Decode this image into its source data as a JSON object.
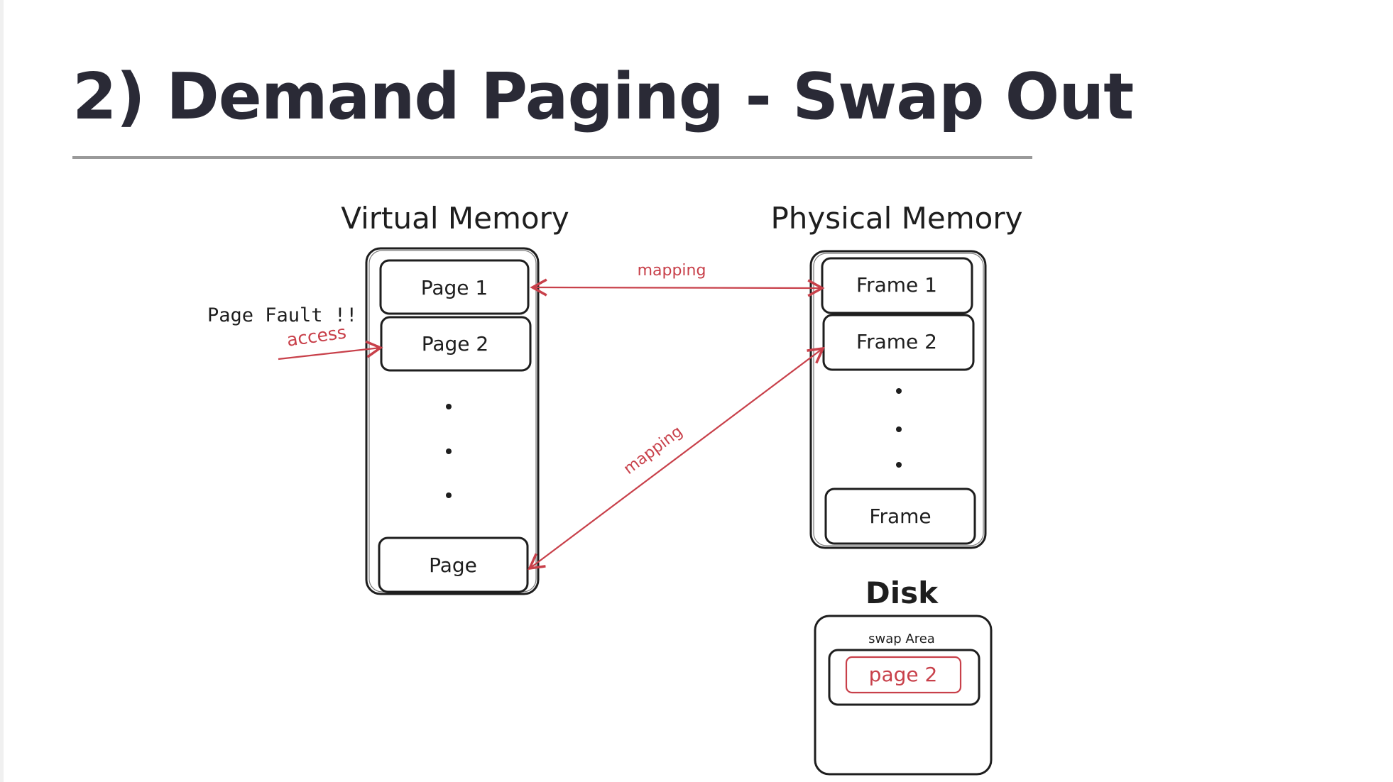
{
  "slide": {
    "title": "2) Demand Paging - Swap Out"
  },
  "colors": {
    "ink": "#1e1e1e",
    "accent_red": "#c8404a",
    "title": "#2a2a36",
    "rule": "#9a9a9a"
  },
  "virtual_memory": {
    "label": "Virtual Memory",
    "pages": [
      "Page 1",
      "Page 2"
    ],
    "last_page": "Page"
  },
  "physical_memory": {
    "label": "Physical Memory",
    "frames": [
      "Frame 1",
      "Frame 2"
    ],
    "last_frame": "Frame"
  },
  "disk": {
    "label": "Disk",
    "swap_area_label": "swap Area",
    "swapped_page": "page 2"
  },
  "annotations": {
    "page_fault": "Page Fault !!",
    "access": "access",
    "mapping_top": "mapping",
    "mapping_diagonal": "mapping"
  }
}
